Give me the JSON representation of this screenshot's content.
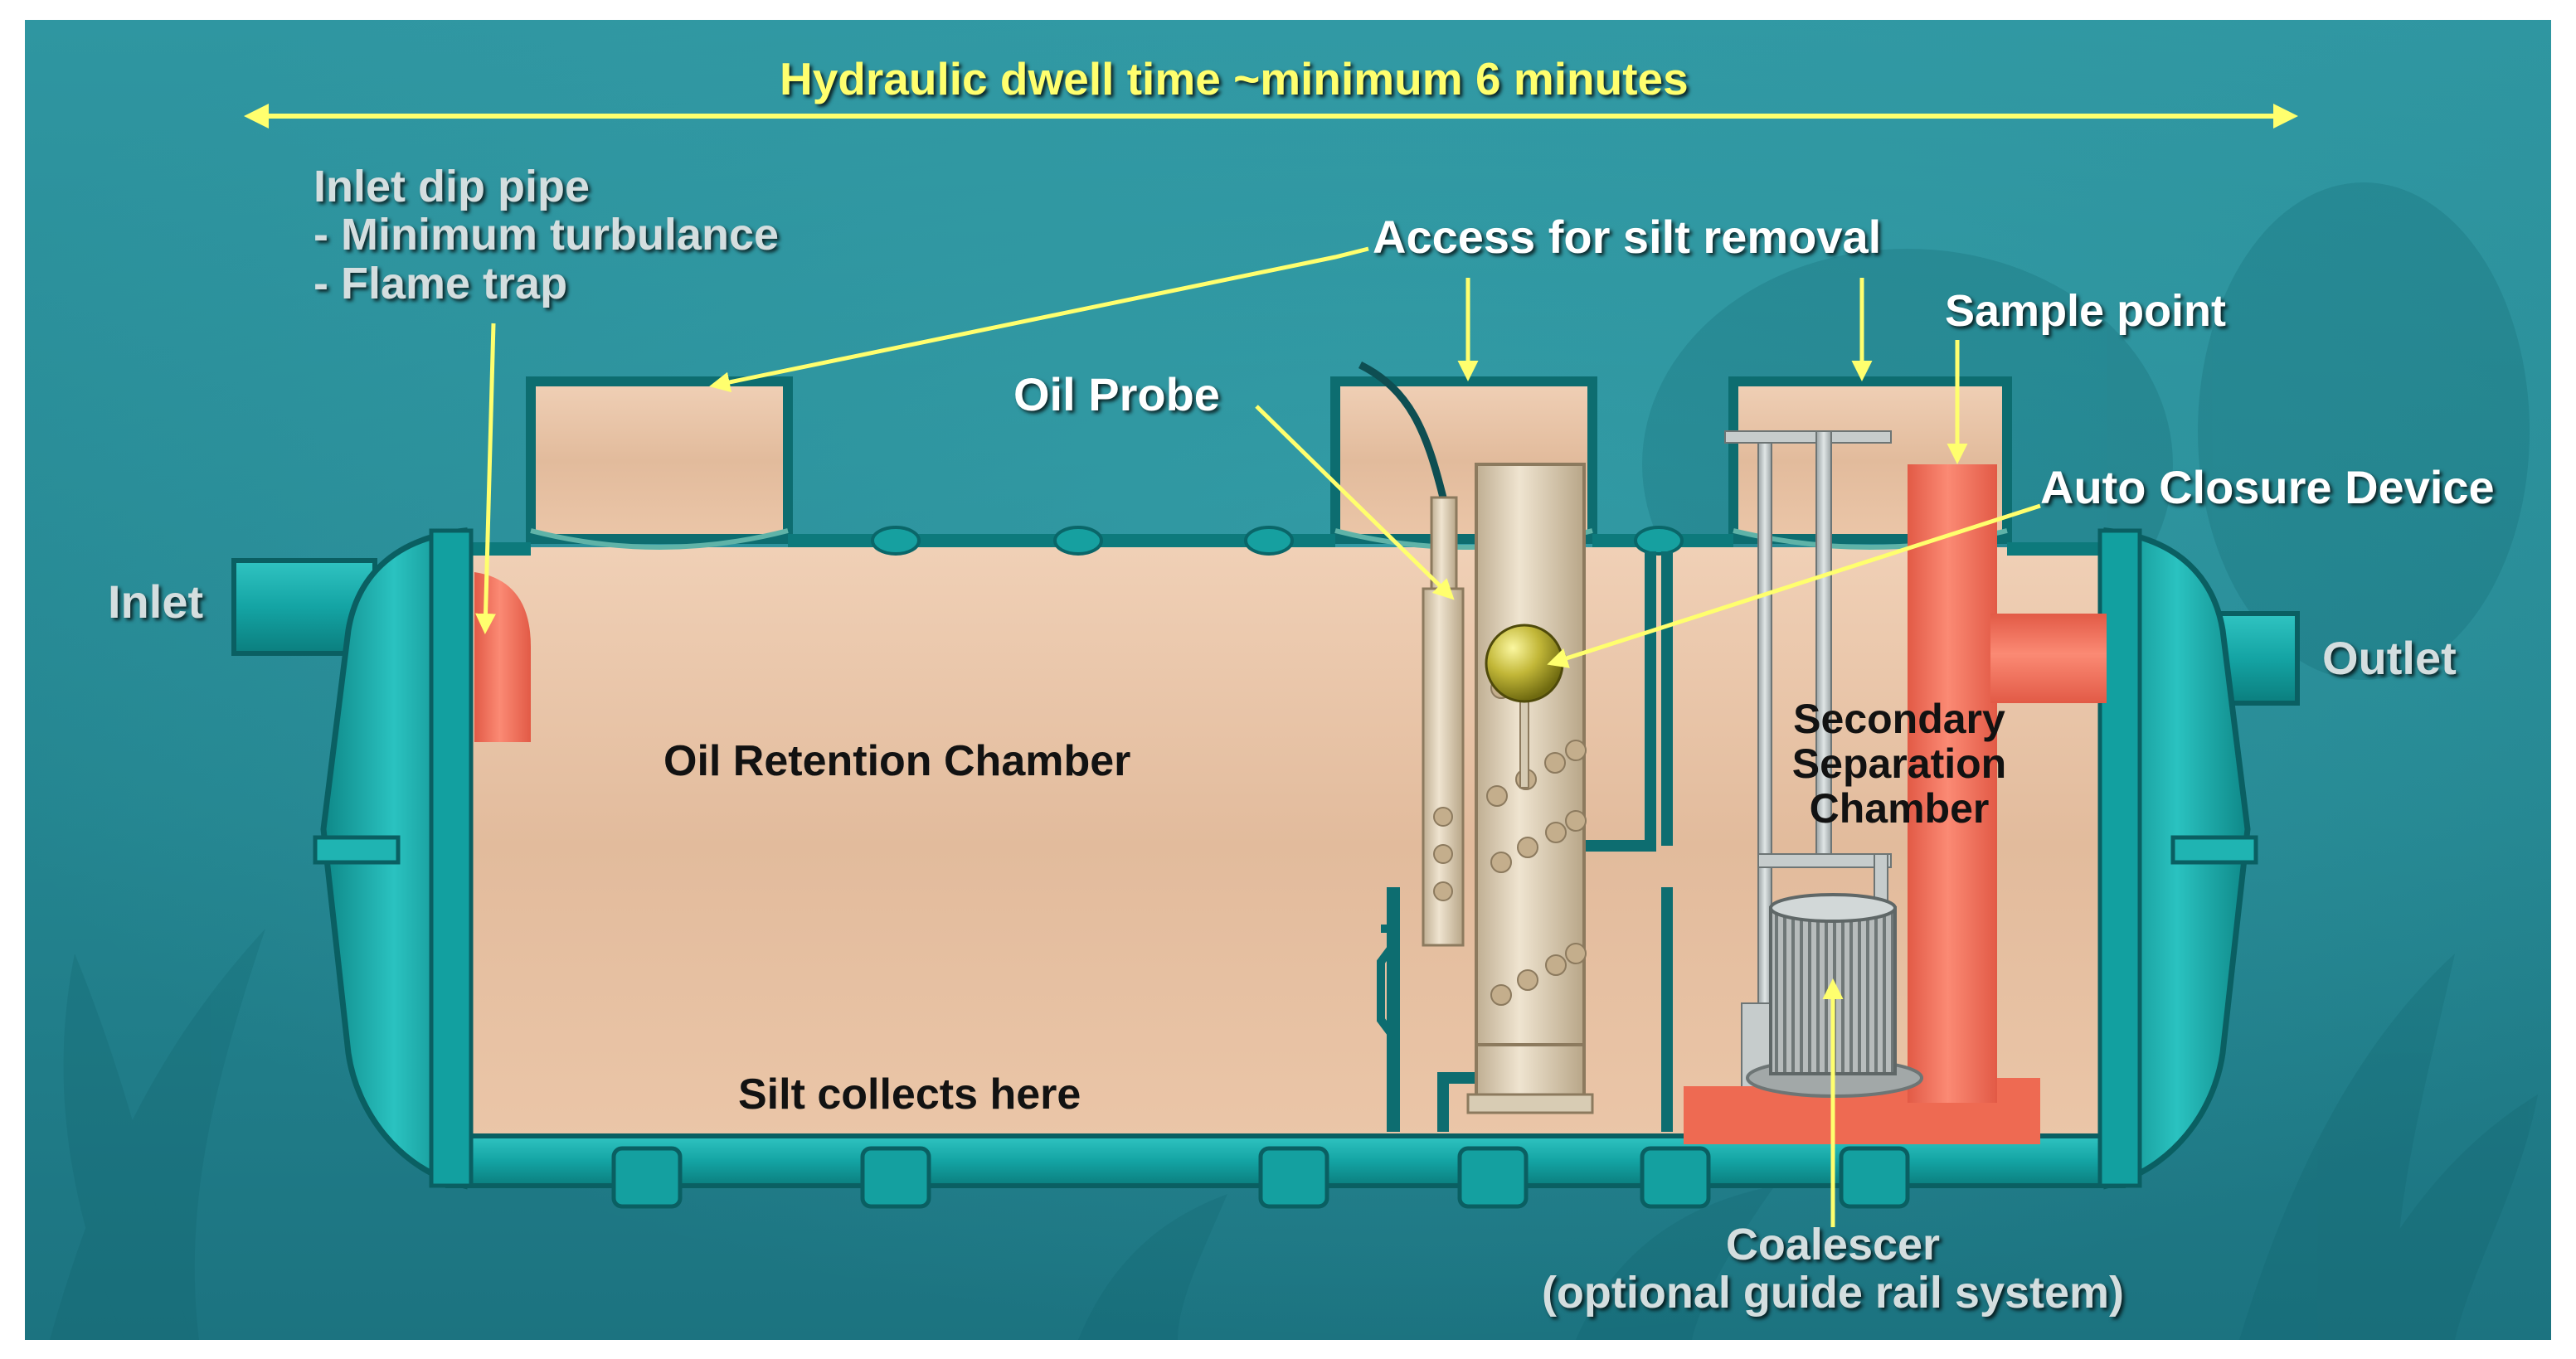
{
  "title": "Hydraulic dwell time ~minimum 6 minutes",
  "labels": {
    "inlet_dip_pipe": {
      "line1": "Inlet dip pipe",
      "line2": "- Minimum turbulance",
      "line3": "- Flame trap"
    },
    "access_silt_removal": "Access for silt removal",
    "sample_point": "Sample point",
    "oil_probe": "Oil Probe",
    "auto_closure_device": "Auto Closure Device",
    "inlet": "Inlet",
    "outlet": "Outlet",
    "oil_retention_chamber": "Oil Retention Chamber",
    "secondary_separation_chamber": {
      "line1": "Secondary",
      "line2": "Separation",
      "line3": "Chamber"
    },
    "silt_collects_here": "Silt collects here",
    "coalescer": {
      "line1": "Coalescer",
      "line2": "(optional guide rail system)"
    }
  },
  "colors": {
    "background": "#2a8a95",
    "tank_body": "#e8c4a6",
    "tank_shell": "#1aa6a6",
    "dip_pipe": "#f07a68",
    "sample_pipe": "#ee6a52",
    "float_ball": "#c8c040",
    "arrow": "#ffff6e"
  }
}
